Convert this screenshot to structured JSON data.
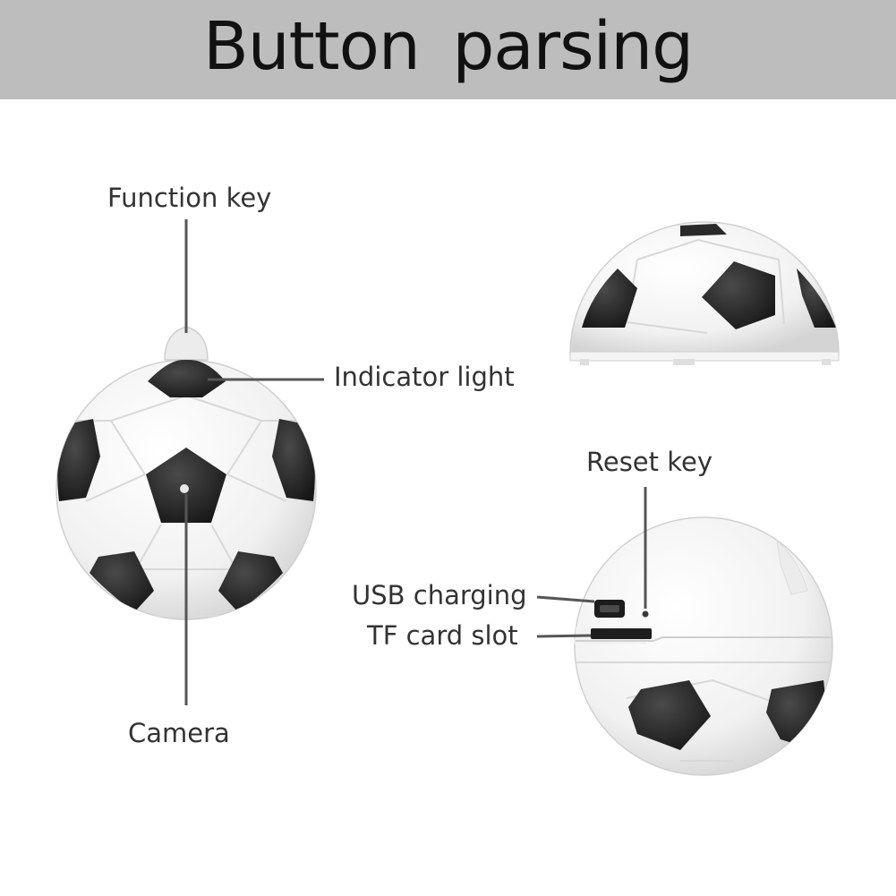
{
  "header": {
    "title": "Button parsing"
  },
  "labels": {
    "function_key": "Function key",
    "indicator_light": "Indicator light",
    "camera": "Camera",
    "reset_key": "Reset key",
    "usb_charging": "USB charging",
    "tf_card_slot": "TF card slot"
  },
  "colors": {
    "header_bg": "#bdbdbd",
    "patch": "#2a2a2a",
    "ball_white": "#f7f7f7",
    "leader_line": "#555555"
  }
}
